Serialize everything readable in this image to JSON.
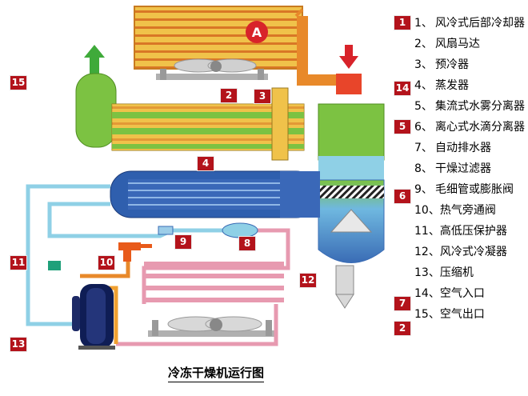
{
  "diagram_caption": "冷冻干燥机运行图",
  "badge_letter": "A",
  "callouts": [
    "1",
    "2",
    "3",
    "4",
    "5",
    "6",
    "7",
    "8",
    "9",
    "10",
    "11",
    "12",
    "13",
    "14",
    "15",
    "2"
  ],
  "legend": [
    {
      "num": "1、",
      "label": "风冷式后部冷却器"
    },
    {
      "num": "2、",
      "label": "风扇马达"
    },
    {
      "num": "3、",
      "label": "预冷器"
    },
    {
      "num": "4、",
      "label": "蒸发器"
    },
    {
      "num": "5、",
      "label": "集流式水雾分离器"
    },
    {
      "num": "6、",
      "label": "离心式水滴分离器"
    },
    {
      "num": "7、",
      "label": "自动排水器"
    },
    {
      "num": "8、",
      "label": "干燥过滤器"
    },
    {
      "num": "9、",
      "label": "毛细管或膨胀阀"
    },
    {
      "num": "10、",
      "label": "热气旁通阀"
    },
    {
      "num": "11、",
      "label": "高低压保护器"
    },
    {
      "num": "12、",
      "label": "风冷式冷凝器"
    },
    {
      "num": "13、",
      "label": "压缩机"
    },
    {
      "num": "14、",
      "label": "空气入口"
    },
    {
      "num": "15、",
      "label": "空气出口"
    }
  ],
  "colors": {
    "callout_red": "#b3131b",
    "aftercooler_orange": "#e8892a",
    "aftercooler_yellow": "#f2d35a",
    "precooler_green": "#7cc242",
    "evaporator_blue": "#2f5fae",
    "refrigerant_light_blue": "#8fd0e6",
    "refrigerant_pink": "#e79ab0",
    "compressor_blue": "#0f1d55"
  }
}
